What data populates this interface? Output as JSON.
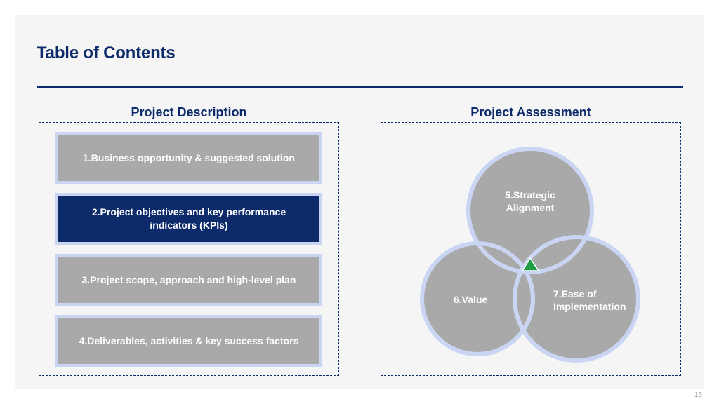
{
  "slide": {
    "title": "Table of Contents",
    "page_number": "15"
  },
  "columns": {
    "left_header": "Project Description",
    "right_header": "Project Assessment"
  },
  "items": [
    {
      "label": "1.Business opportunity & suggested solution",
      "active": false
    },
    {
      "label": "2.Project objectives and key performance indicators (KPIs)",
      "active": true
    },
    {
      "label": "3.Project scope, approach and high-level plan",
      "active": false
    },
    {
      "label": "4.Deliverables, activities & key success factors",
      "active": false
    }
  ],
  "venn": {
    "top_label": "5.Strategic Alignment",
    "left_label": "6.Value",
    "right_label": "7.Ease of Implementation"
  },
  "colors": {
    "navy": "#0d2b6b",
    "grey": "#a9a9a9",
    "ring": "#c9d5f2",
    "center_marker": "#1f9d47"
  }
}
